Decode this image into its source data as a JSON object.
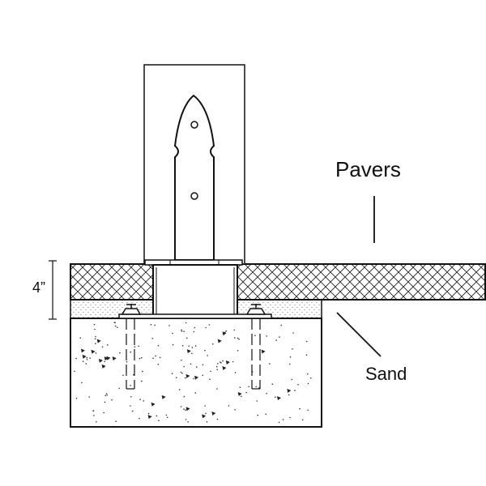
{
  "labels": {
    "pavers": "Pavers",
    "sand": "Sand",
    "dimension": "4”"
  },
  "colors": {
    "line": "#111111",
    "background": "#ffffff"
  }
}
